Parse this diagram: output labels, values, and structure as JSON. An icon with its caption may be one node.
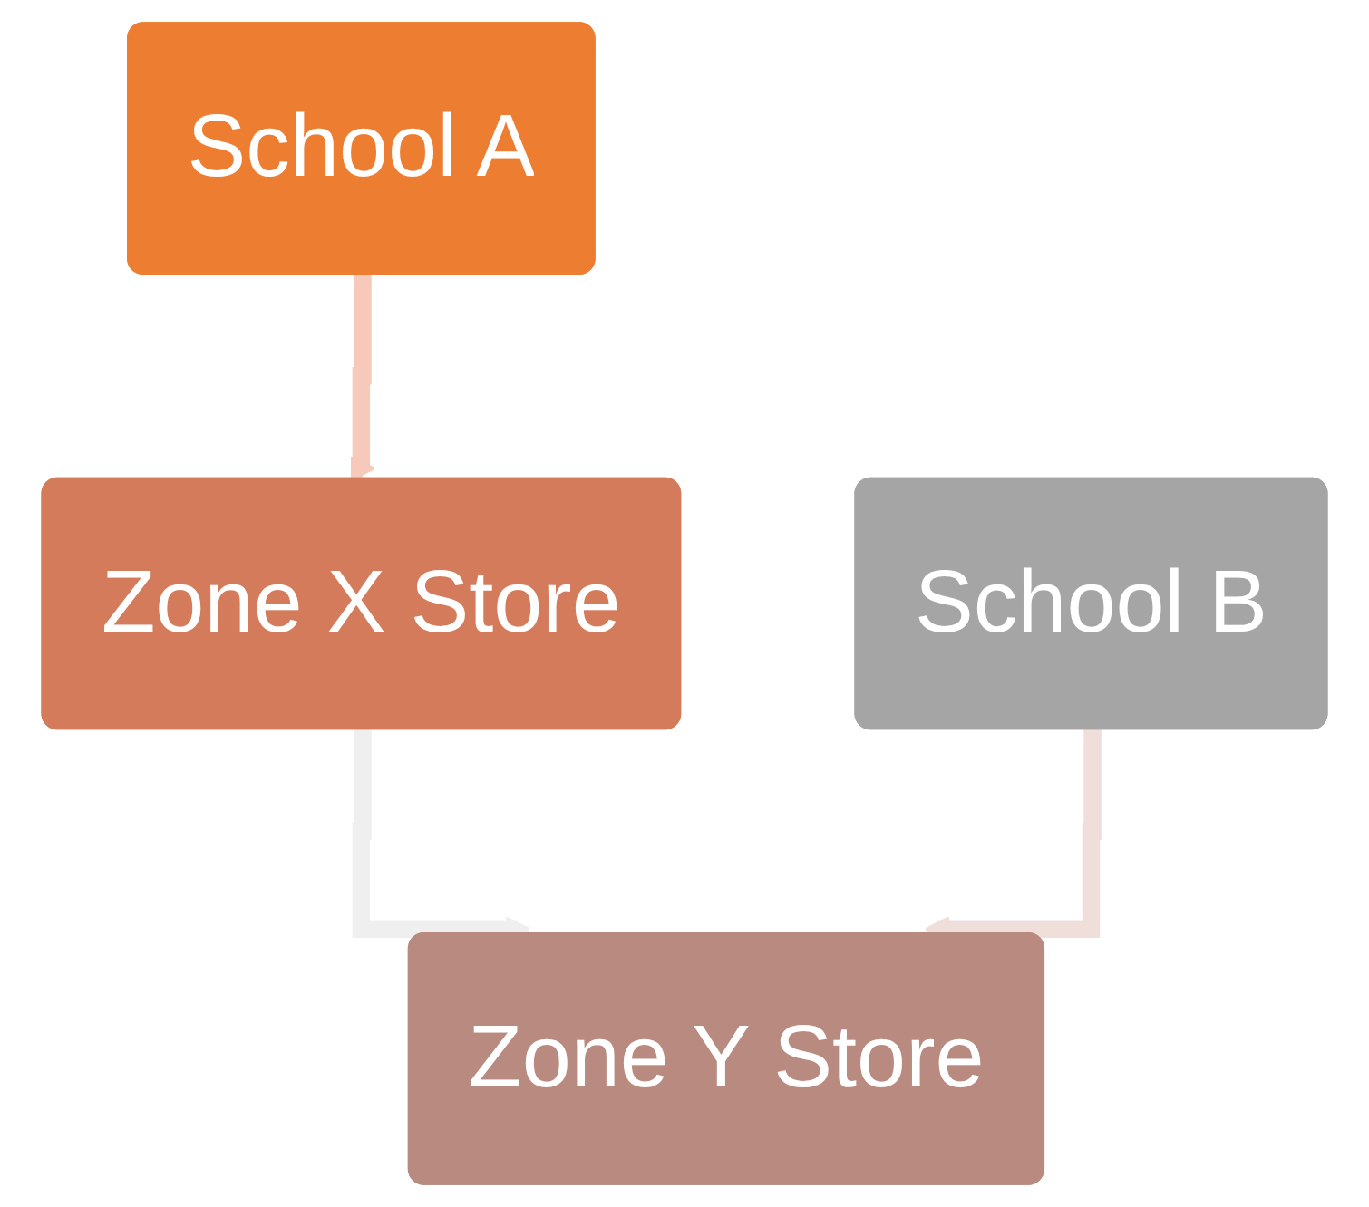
{
  "diagram": {
    "nodes": [
      {
        "text": [
          "School A"
        ]
      },
      {
        "text": [
          "Zone X Store"
        ]
      },
      {
        "text": [
          "Zone Y Store"
        ]
      },
      {
        "text": [
          "School B"
        ]
      }
    ],
    "edges": [
      {
        "from": 0,
        "to": 1,
        "arrow": "to",
        "color": "#f6c9bb"
      },
      {
        "from": 1,
        "to": 2,
        "arrow": "to",
        "color": "#efefef"
      },
      {
        "from": 3,
        "to": 2,
        "arrow": "to",
        "color": "#f0dedb"
      }
    ]
  }
}
